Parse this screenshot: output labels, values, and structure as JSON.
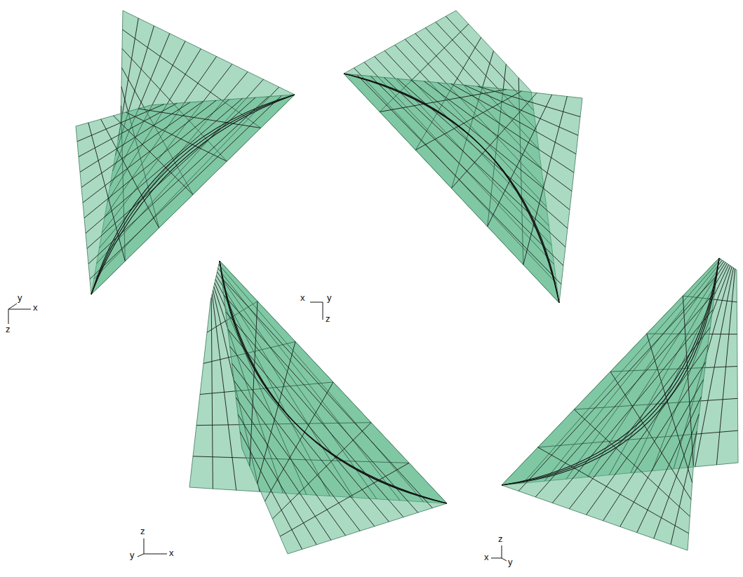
{
  "diagram": {
    "labels": [
      "y",
      "x",
      "z",
      "x",
      "y",
      "z",
      "z",
      "y",
      "x",
      "z",
      "x",
      "y"
    ]
  }
}
